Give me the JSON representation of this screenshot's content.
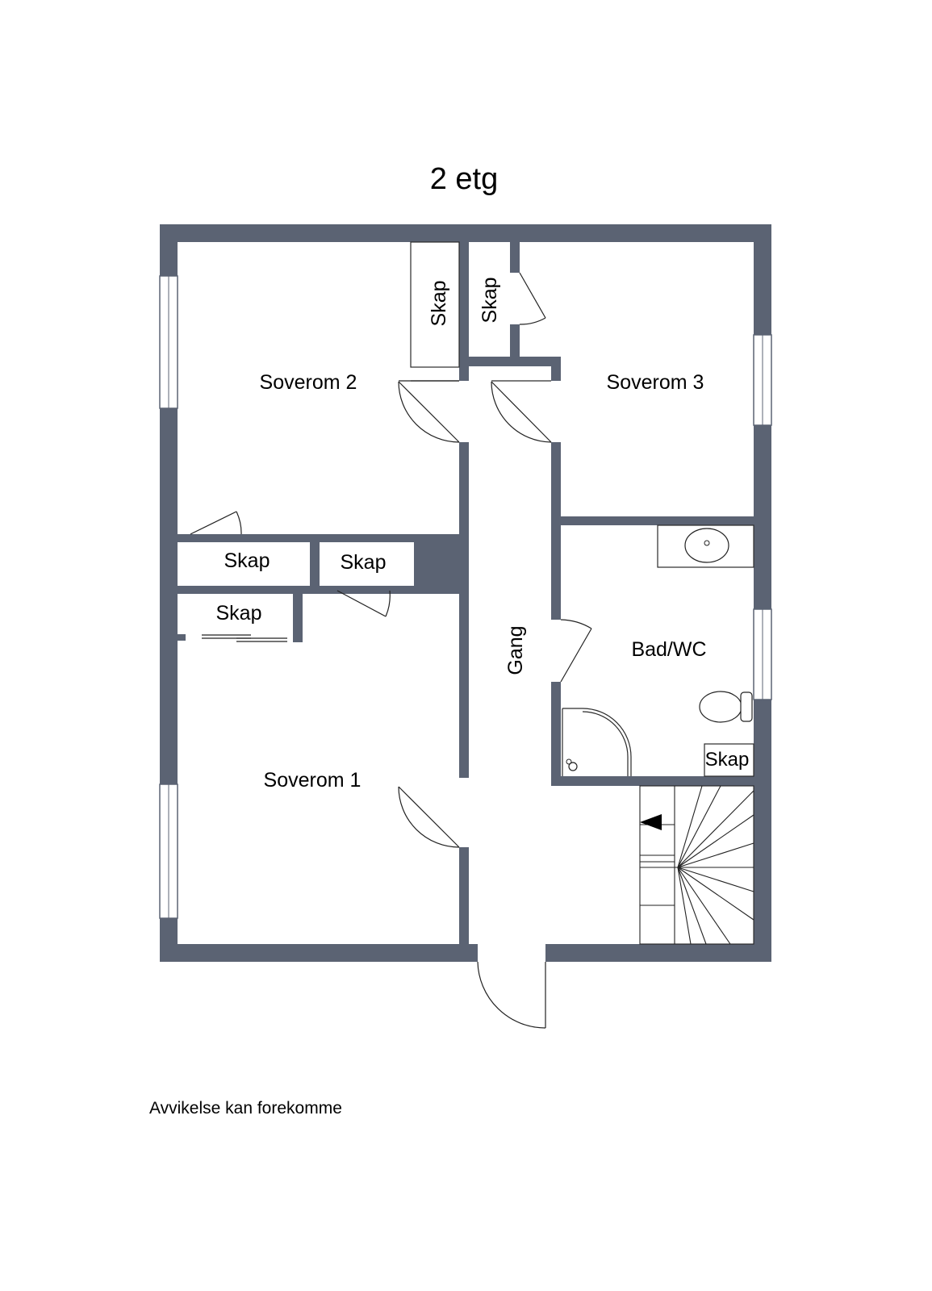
{
  "title": "2 etg",
  "footer_note": "Avvikelse kan forekomme",
  "colors": {
    "wall": "#5b6373",
    "background": "#ffffff",
    "line": "#2a2a2a"
  },
  "rooms": {
    "soverom2": "Soverom 2",
    "soverom3": "Soverom 3",
    "soverom1": "Soverom 1",
    "bad": "Bad/WC",
    "gang": "Gang",
    "skap": "Skap"
  }
}
